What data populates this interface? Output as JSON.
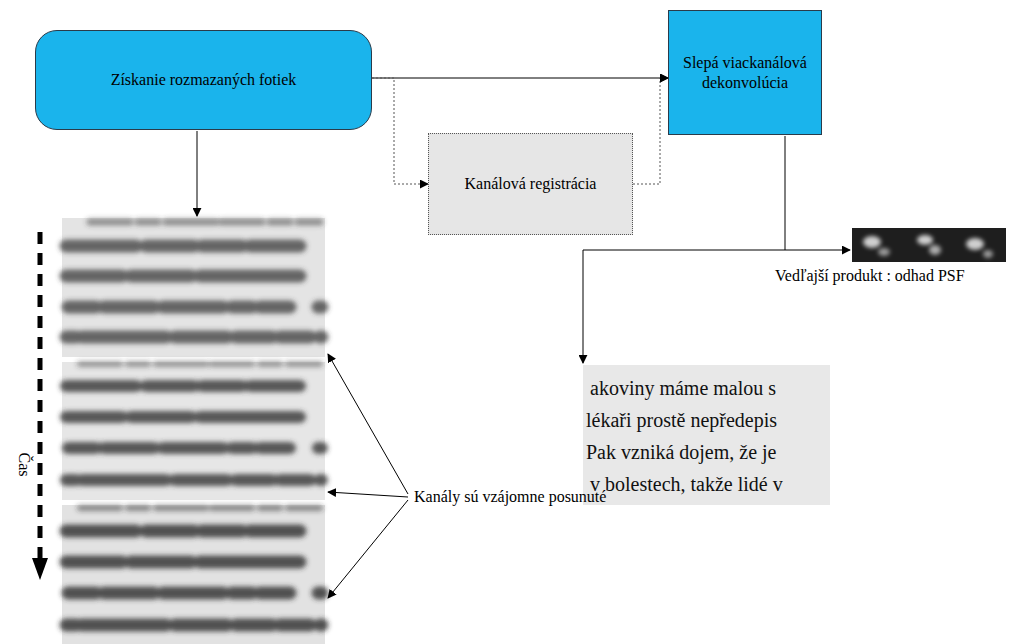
{
  "diagram": {
    "nodes": [
      {
        "text": [
          "Získanie rozmazaných fotiek"
        ]
      },
      {
        "text": [
          "Kanálová registrácia"
        ]
      },
      {
        "text": [
          "Slepá viackanálová dekonvolúcia"
        ]
      }
    ],
    "edges": [
      {
        "from": 0,
        "to": 2,
        "arrow": "to"
      },
      {
        "from": 0,
        "to": 1,
        "arrow": "to"
      },
      {
        "from": 1,
        "to": 2,
        "arrow": "to"
      }
    ],
    "labels": [
      "Vedľajší produkt : odhad PSF",
      "akoviny máme malou s",
      "lékaři prostě nepředepis",
      "Pak vzniká dojem, že je",
      "v bolestech, takže lidé v",
      "Kanály sú vzájomne posunuté",
      "Čas"
    ]
  }
}
